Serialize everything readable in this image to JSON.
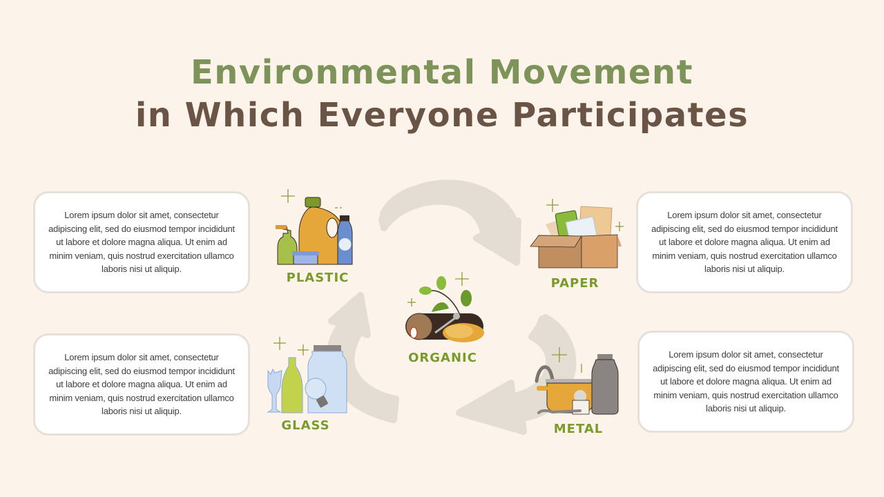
{
  "title": {
    "line1": "Environmental Movement",
    "line2": "in Which Everyone Participates"
  },
  "colors": {
    "background": "#fcf4ea",
    "title_green": "#7e9359",
    "title_brown": "#6a5446",
    "label_green": "#7a9a2a",
    "arrow": "#e3ddd3",
    "card_border": "#e5e0d9"
  },
  "cards": [
    {
      "position": "top-left",
      "text": "Lorem ipsum dolor sit amet, consectetur adipiscing elit, sed do eiusmod tempor incididunt ut labore et dolore magna aliqua. Ut enim ad minim veniam, quis nostrud exercitation ullamco laboris nisi ut aliquip."
    },
    {
      "position": "top-right",
      "text": "Lorem ipsum dolor sit amet, consectetur adipiscing elit, sed do eiusmod tempor incididunt ut labore et dolore magna aliqua. Ut enim ad minim veniam, quis nostrud exercitation ullamco laboris nisi ut aliquip."
    },
    {
      "position": "bottom-left",
      "text": "Lorem ipsum dolor sit amet, consectetur adipiscing elit, sed do eiusmod tempor incididunt ut labore et dolore magna aliqua. Ut enim ad minim veniam, quis nostrud exercitation ullamco laboris nisi ut aliquip."
    },
    {
      "position": "bottom-right",
      "text": "Lorem ipsum dolor sit amet, consectetur adipiscing elit, sed do eiusmod tempor incididunt ut labore et dolore magna aliqua. Ut enim ad minim veniam, quis nostrud exercitation ullamco laboris nisi ut aliquip."
    }
  ],
  "categories": [
    {
      "label": "PLASTIC",
      "icon": "plastic-bottles-icon"
    },
    {
      "label": "PAPER",
      "icon": "paper-box-icon"
    },
    {
      "label": "ORGANIC",
      "icon": "organic-waste-icon"
    },
    {
      "label": "GLASS",
      "icon": "glass-jars-icon"
    },
    {
      "label": "METAL",
      "icon": "metal-pot-icon"
    }
  ],
  "cycle": {
    "icon": "recycle-arrows-icon",
    "arrow_count": 3
  }
}
